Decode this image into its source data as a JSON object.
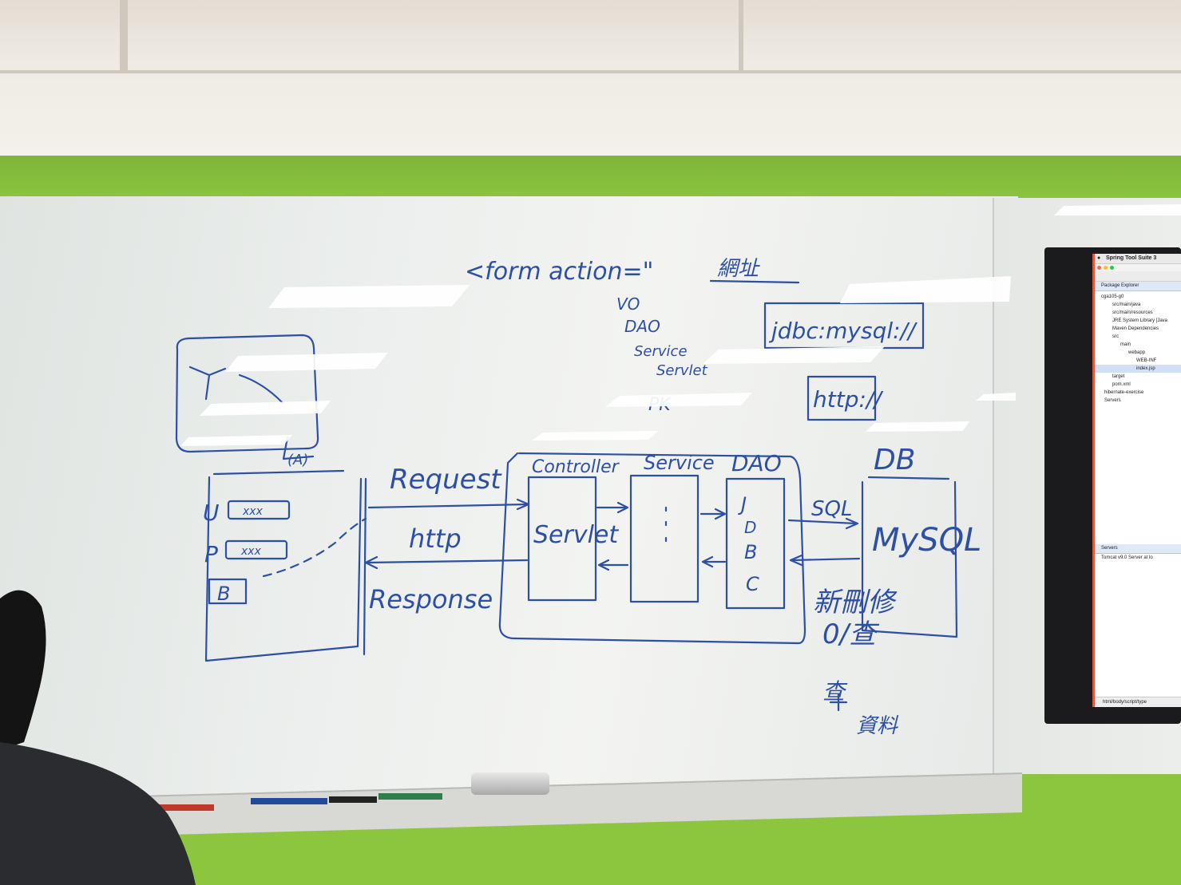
{
  "whiteboard": {
    "form_line": "<form  action=\"",
    "form_tail": "網址",
    "layers_list": [
      "VO",
      "DAO",
      "Service",
      "Servlet",
      "PK"
    ],
    "jdbc_url": "jdbc:mysql://",
    "http_url": "http://",
    "db_label": "DB",
    "request_label": "Request",
    "http_label": "http",
    "response_label": "Response",
    "controller_label": "Controller",
    "service_label": "Service",
    "dao_label": "DAO",
    "servlet_label": "Servlet",
    "jdbc_vertical": [
      "J",
      "D",
      "B",
      "C"
    ],
    "sql_label": "SQL",
    "mysql_label": "MySQL",
    "crud_label": "新刪修",
    "crud_label2": "0/查",
    "query_label": "查",
    "data_label": "資料",
    "form_u_label": "U",
    "form_p_label": "P",
    "form_b_label": "B",
    "form_field1": "xxx",
    "form_field2": "xxx",
    "browser_label": "(A)"
  },
  "ide": {
    "app_title": "Spring Tool Suite 3",
    "package_explorer_tab": "Package Explorer",
    "tree": [
      "cga105-g0",
      "src/main/java",
      "src/main/resources",
      "JRE System Library [Java",
      "Maven Dependencies",
      "src",
      "main",
      "webapp",
      "WEB-INF",
      "index.jsp",
      "target",
      "pom.xml",
      "hibernate-exercise",
      "Servers"
    ],
    "servers_tab": "Servers",
    "server_item": "Tomcat v9.0 Server at lo",
    "status_bar": "html/body/script/type"
  }
}
